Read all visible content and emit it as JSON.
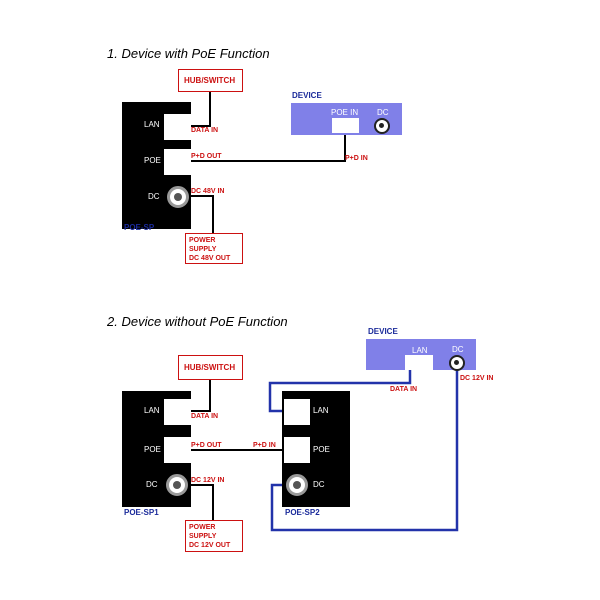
{
  "section1": {
    "title": "1. Device with PoE Function",
    "hub_label": "HUB/SWITCH",
    "unit_name": "POE-SP",
    "port_lan": "LAN",
    "port_poe": "POE",
    "port_dc": "DC",
    "data_in": "DATA IN",
    "pd_out": "P+D OUT",
    "dc_in": "DC 48V IN",
    "pd_in": "P+D IN",
    "power_lines": [
      "POWER",
      "SUPPLY",
      "DC 48V OUT"
    ],
    "device_title": "DEVICE",
    "device_poe_in": "POE IN",
    "device_dc": "DC"
  },
  "section2": {
    "title": "2. Device without PoE Function",
    "hub_label": "HUB/SWITCH",
    "unit1_name": "POE-SP1",
    "unit2_name": "POE-SP2",
    "port_lan": "LAN",
    "port_poe": "POE",
    "port_dc": "DC",
    "data_in_1": "DATA IN",
    "pd_out": "P+D OUT",
    "pd_in": "P+D IN",
    "dc_in": "DC 12V IN",
    "power_lines": [
      "POWER",
      "SUPPLY",
      "DC 12V OUT"
    ],
    "device_title": "DEVICE",
    "device_lan": "LAN",
    "device_dc": "DC",
    "data_in_2": "DATA IN",
    "dc_12v_in": "DC 12V IN"
  },
  "colors": {
    "red": "#cc1111",
    "blue_text": "#1a2a9a",
    "blue_wire": "#2233aa",
    "device_fill": "#8080e8",
    "unit_fill": "#000000"
  }
}
